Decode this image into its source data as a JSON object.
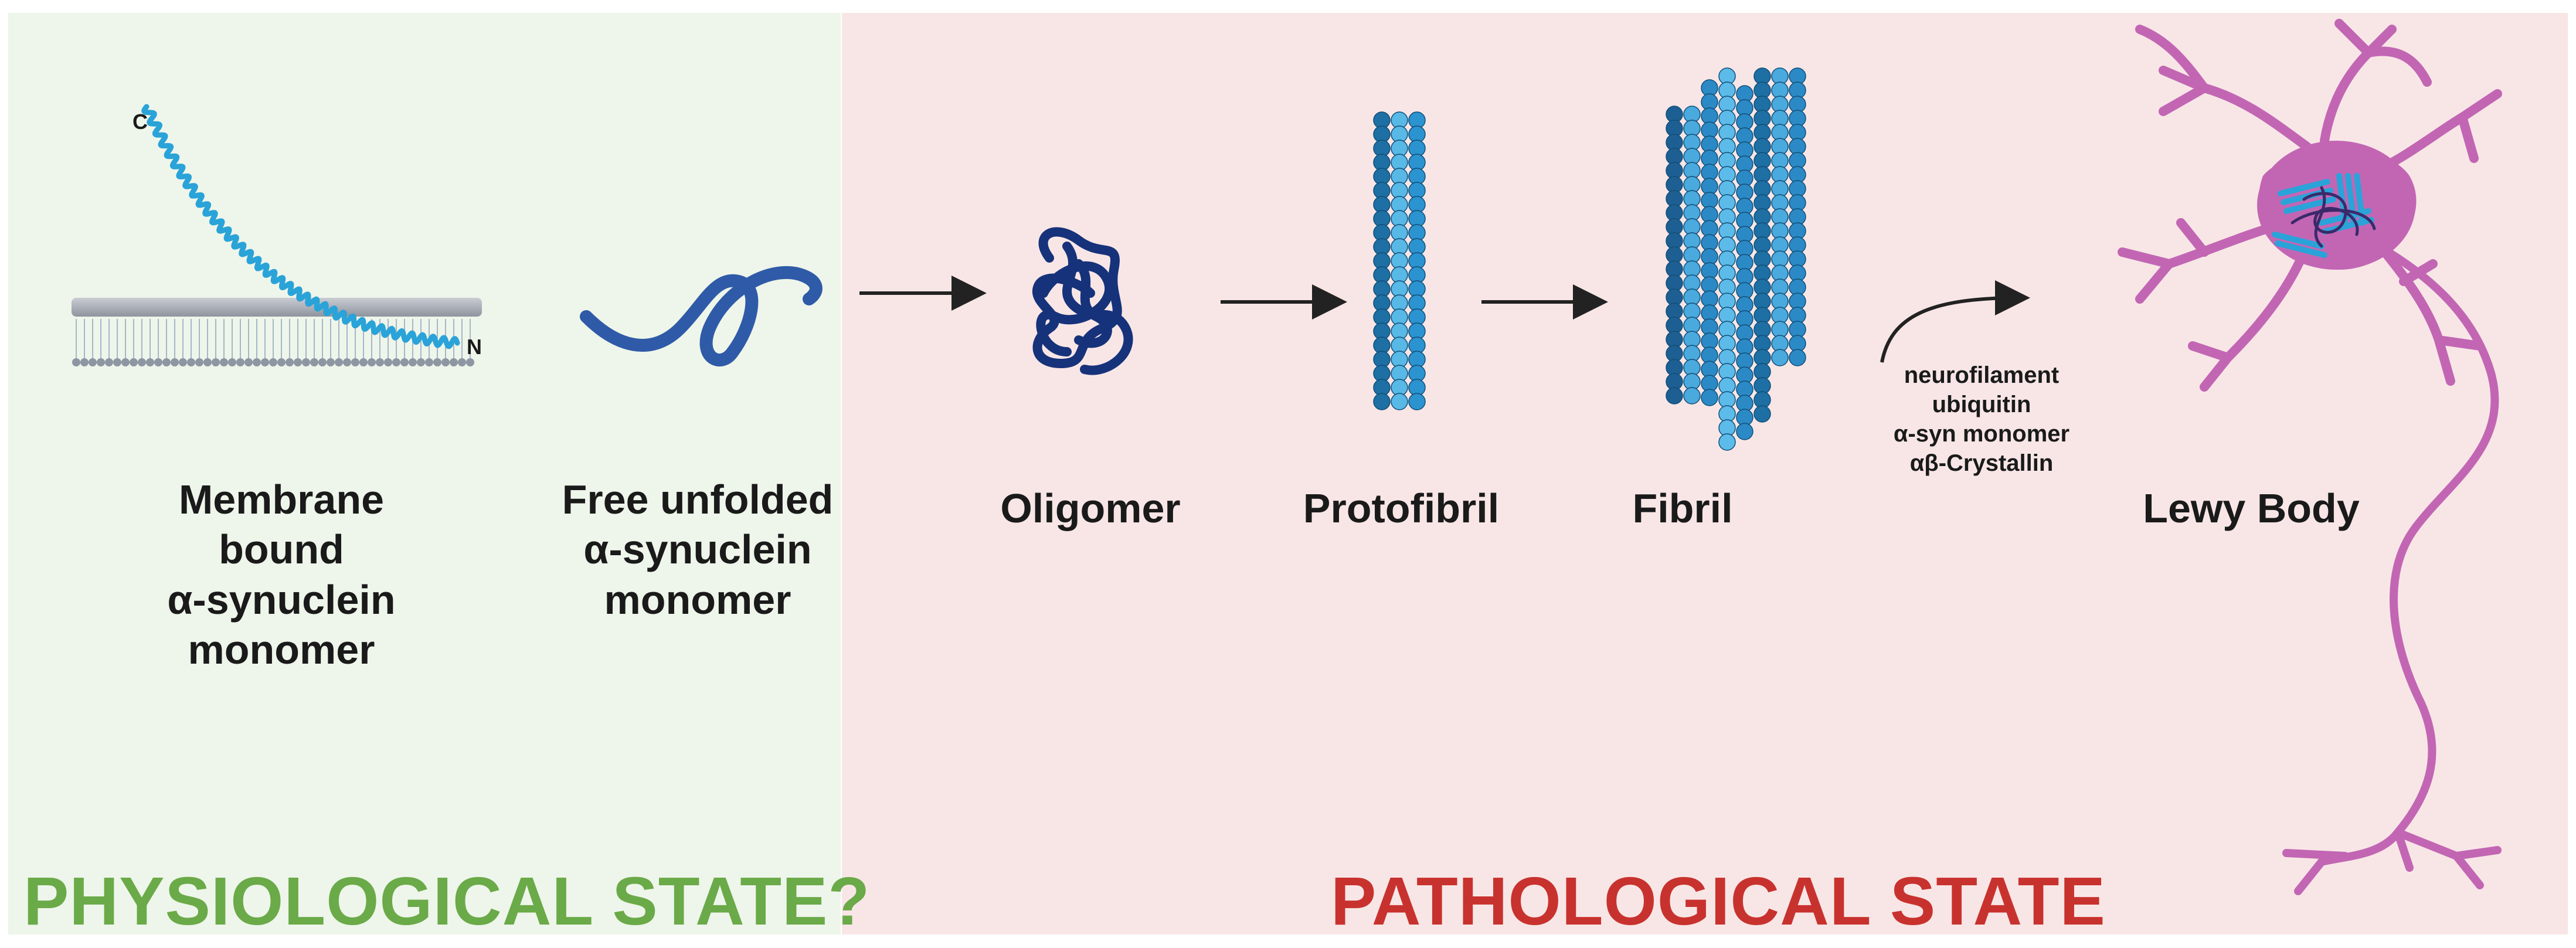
{
  "stages": {
    "membrane": {
      "label_lines": [
        "Membrane",
        "bound",
        "α-synuclein",
        "monomer"
      ]
    },
    "free": {
      "label_lines": [
        "Free unfolded",
        "α-synuclein",
        "monomer"
      ]
    },
    "oligomer": {
      "label": "Oligomer"
    },
    "protofibril": {
      "label": "Protofibril"
    },
    "fibril": {
      "label": "Fibril"
    },
    "lewy": {
      "label": "Lewy Body"
    }
  },
  "termini": {
    "c": "C",
    "n": "N"
  },
  "components": [
    "neurofilament",
    "ubiquitin",
    "α-syn monomer",
    "αβ-Crystallin"
  ],
  "states": {
    "physiological": "PHYSIOLOGICAL STATE?",
    "pathological": "PATHOLOGICAL STATE"
  },
  "colors": {
    "physiological_bg": "#eef5ea",
    "pathological_bg": "#f8e6e6",
    "physiological_text": "#6aaa48",
    "pathological_text": "#c8322e",
    "helix": "#2aa3d8",
    "oligomer": "#16327a",
    "neuron": "#c266b4"
  }
}
